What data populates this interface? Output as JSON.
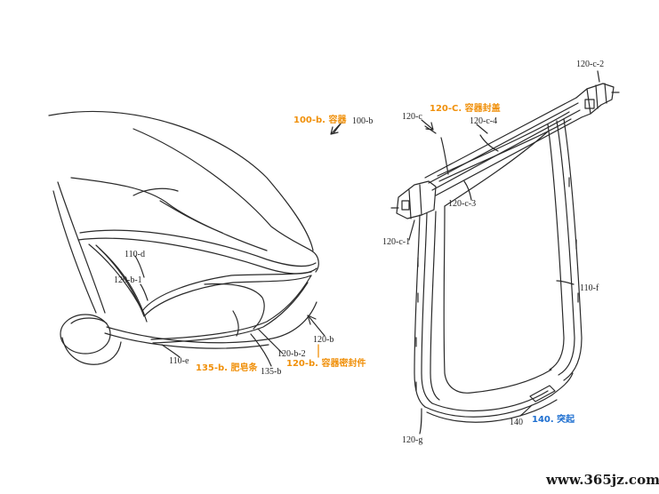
{
  "labels": {
    "l100b": "100-b",
    "l120c": "120-c",
    "l120c2": "120-c-2",
    "l120c4": "120-c-4",
    "l120c3": "120-c-3",
    "l120c1": "120-c-1",
    "l110d": "110-d",
    "l120b1": "120-b-1",
    "l110f": "110-f",
    "l120b": "120-b",
    "l120b2": "120-b-2",
    "l110e": "110-e",
    "l135b": "135-b",
    "l140": "140",
    "l120g": "120-g"
  },
  "annotations": {
    "a100b": "100-b. 容器",
    "a120c": "120-C. 容器封盖",
    "a135b": "135-b. 肥皂条",
    "a120b": "120-b. 容器密封件",
    "a140": "140. 突起"
  },
  "colors": {
    "annotation": "#f0900a",
    "annotation_blue": "#1e6fd0",
    "line": "#2a2a2a"
  },
  "watermark": "www.365jz.com"
}
